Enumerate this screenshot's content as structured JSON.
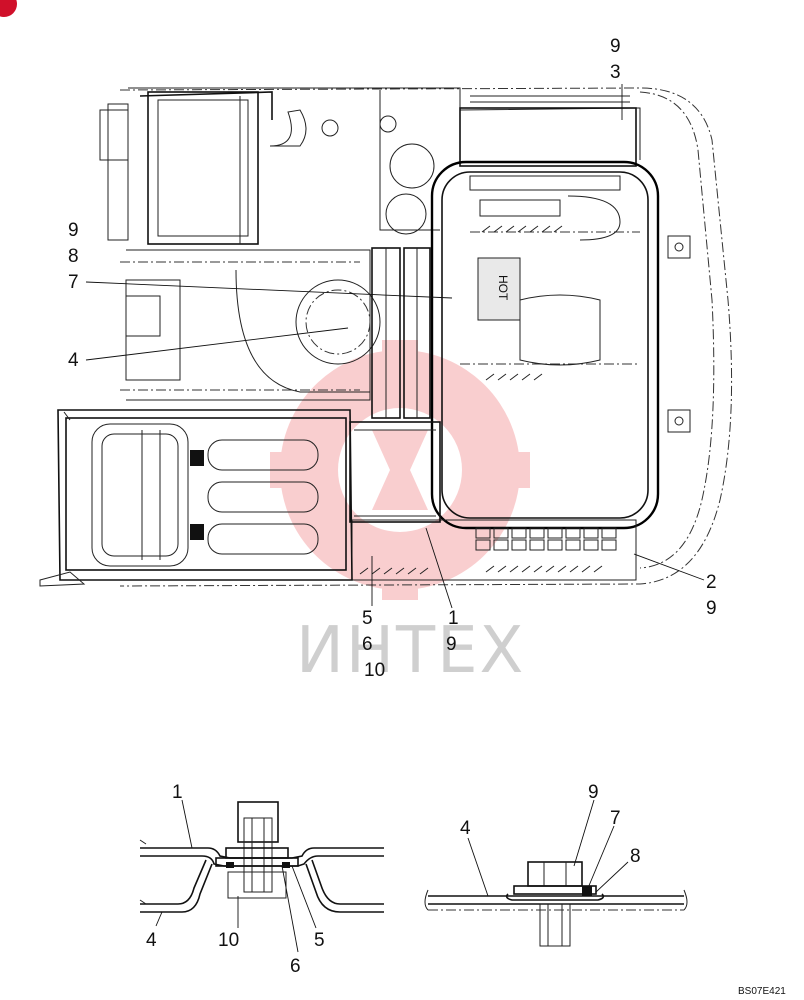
{
  "drawing": {
    "reference_code": "BS07E421",
    "watermark_text": "ИНТЕХ",
    "corner_badge_color": "#d0102a",
    "watermark_color": "#e8262a",
    "hot_label": "HOT"
  },
  "callouts_top": [
    {
      "id": "c-9-top",
      "label": "9"
    },
    {
      "id": "c-3",
      "label": "3"
    },
    {
      "id": "c-9-left",
      "label": "9"
    },
    {
      "id": "c-8-left",
      "label": "8"
    },
    {
      "id": "c-7-left",
      "label": "7"
    },
    {
      "id": "c-4-left",
      "label": "4"
    },
    {
      "id": "c-2",
      "label": "2"
    },
    {
      "id": "c-9-right",
      "label": "9"
    },
    {
      "id": "c-5-mid",
      "label": "5"
    },
    {
      "id": "c-6-mid",
      "label": "6"
    },
    {
      "id": "c-10-mid",
      "label": "10"
    },
    {
      "id": "c-1-mid",
      "label": "1"
    },
    {
      "id": "c-9-mid",
      "label": "9"
    }
  ],
  "detail_left": [
    {
      "id": "d1-1",
      "label": "1"
    },
    {
      "id": "d1-4",
      "label": "4"
    },
    {
      "id": "d1-10",
      "label": "10"
    },
    {
      "id": "d1-5",
      "label": "5"
    },
    {
      "id": "d1-6",
      "label": "6"
    }
  ],
  "detail_right": [
    {
      "id": "d2-9",
      "label": "9"
    },
    {
      "id": "d2-7",
      "label": "7"
    },
    {
      "id": "d2-8",
      "label": "8"
    },
    {
      "id": "d2-4",
      "label": "4"
    }
  ]
}
